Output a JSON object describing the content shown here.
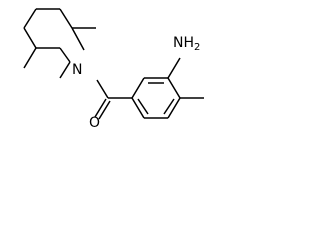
{
  "structure": {
    "atoms": {
      "nitrogen": "N",
      "oxygen": "O",
      "amine": "NH",
      "amine_subscript": "2"
    }
  }
}
